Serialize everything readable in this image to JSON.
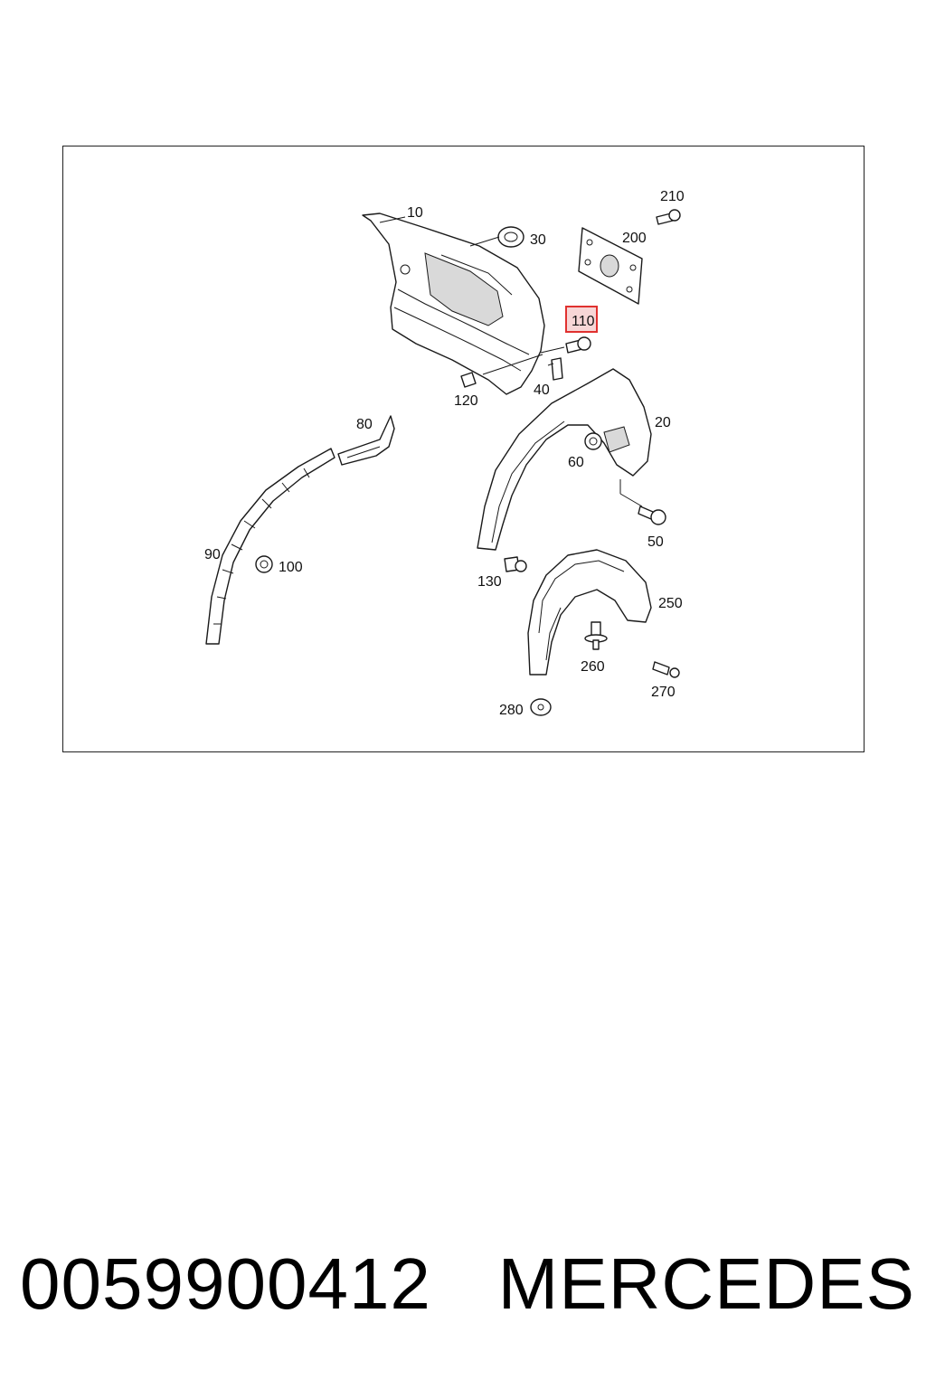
{
  "diagram": {
    "callouts": {
      "c10": "10",
      "c20": "20",
      "c30": "30",
      "c40": "40",
      "c50": "50",
      "c60": "60",
      "c80": "80",
      "c90": "90",
      "c100": "100",
      "c110": "110",
      "c120": "120",
      "c130": "130",
      "c200": "200",
      "c210": "210",
      "c250": "250",
      "c260": "260",
      "c270": "270",
      "c280": "280"
    },
    "highlighted_callout": "110",
    "highlight_color": "#e0312f",
    "highlight_fill": "#f7d6d6"
  },
  "footer": {
    "part_number": "0059900412",
    "brand": "MERCEDES"
  }
}
